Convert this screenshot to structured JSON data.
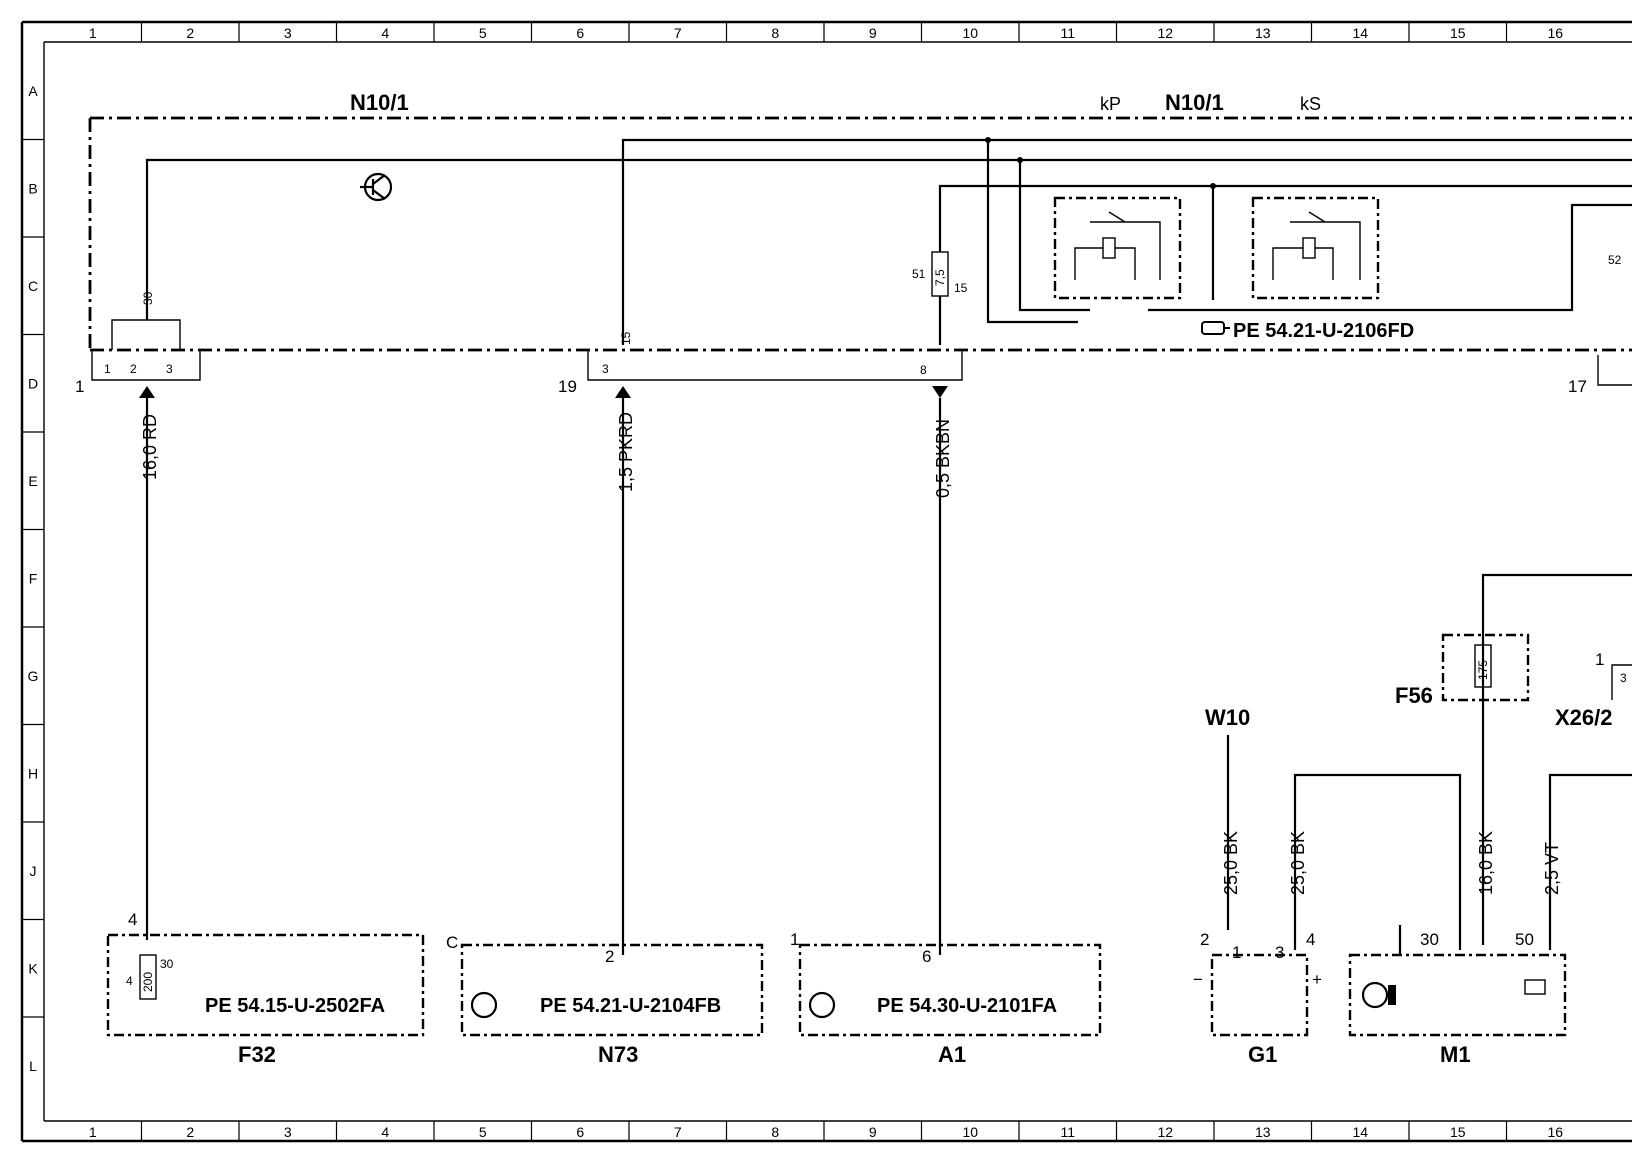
{
  "grid": {
    "columns": [
      "1",
      "2",
      "3",
      "4",
      "5",
      "6",
      "7",
      "8",
      "9",
      "10",
      "11",
      "12",
      "13",
      "14",
      "15",
      "16"
    ],
    "rows": [
      "A",
      "B",
      "C",
      "D",
      "E",
      "F",
      "G",
      "H",
      "J",
      "K",
      "L"
    ]
  },
  "components": {
    "n10_1_left": "N10/1",
    "n10_1_right": "N10/1",
    "kp": "kP",
    "ks": "kS",
    "f32": "F32",
    "n73": "N73",
    "a1": "A1",
    "g1": "G1",
    "m1": "M1",
    "w10": "W10",
    "f56": "F56",
    "x26_2": "X26/2"
  },
  "references": {
    "relay": "PE 54.21-U-2106FD",
    "f32": "PE 54.15-U-2502FA",
    "n73": "PE 54.21-U-2104FB",
    "a1": "PE 54.30-U-2101FA"
  },
  "wires": {
    "w1": "16,0 RD",
    "w2": "1,5 PKRD",
    "w3": "0,5 BKBN",
    "w4": "25,0 BK",
    "w5": "25,0 BK",
    "w6": "16,0 BK",
    "w7": "2,5 VT"
  },
  "fuses": {
    "n10_fuse": "7,5",
    "f32_fuse": "200",
    "f56_fuse": "175"
  },
  "pins": {
    "p1": "1",
    "p19": "19",
    "p17": "17",
    "p30a": "30",
    "p1b": "1",
    "p2b": "2",
    "p3b": "3",
    "p15": "15",
    "p3c": "3",
    "p51": "51",
    "p15b": "15",
    "p8": "8",
    "p52": "52",
    "f32_4": "4",
    "f32_4b": "4",
    "f32_30": "30",
    "n73_c": "C",
    "n73_2": "2",
    "a1_1": "1",
    "a1_6": "6",
    "g1_2": "2",
    "g1_1": "1",
    "g1_3": "3",
    "g1_4": "4",
    "g1_minus": "−",
    "g1_plus": "+",
    "m1_30": "30",
    "m1_50": "50",
    "x26_1": "1",
    "x26_3": "3"
  }
}
